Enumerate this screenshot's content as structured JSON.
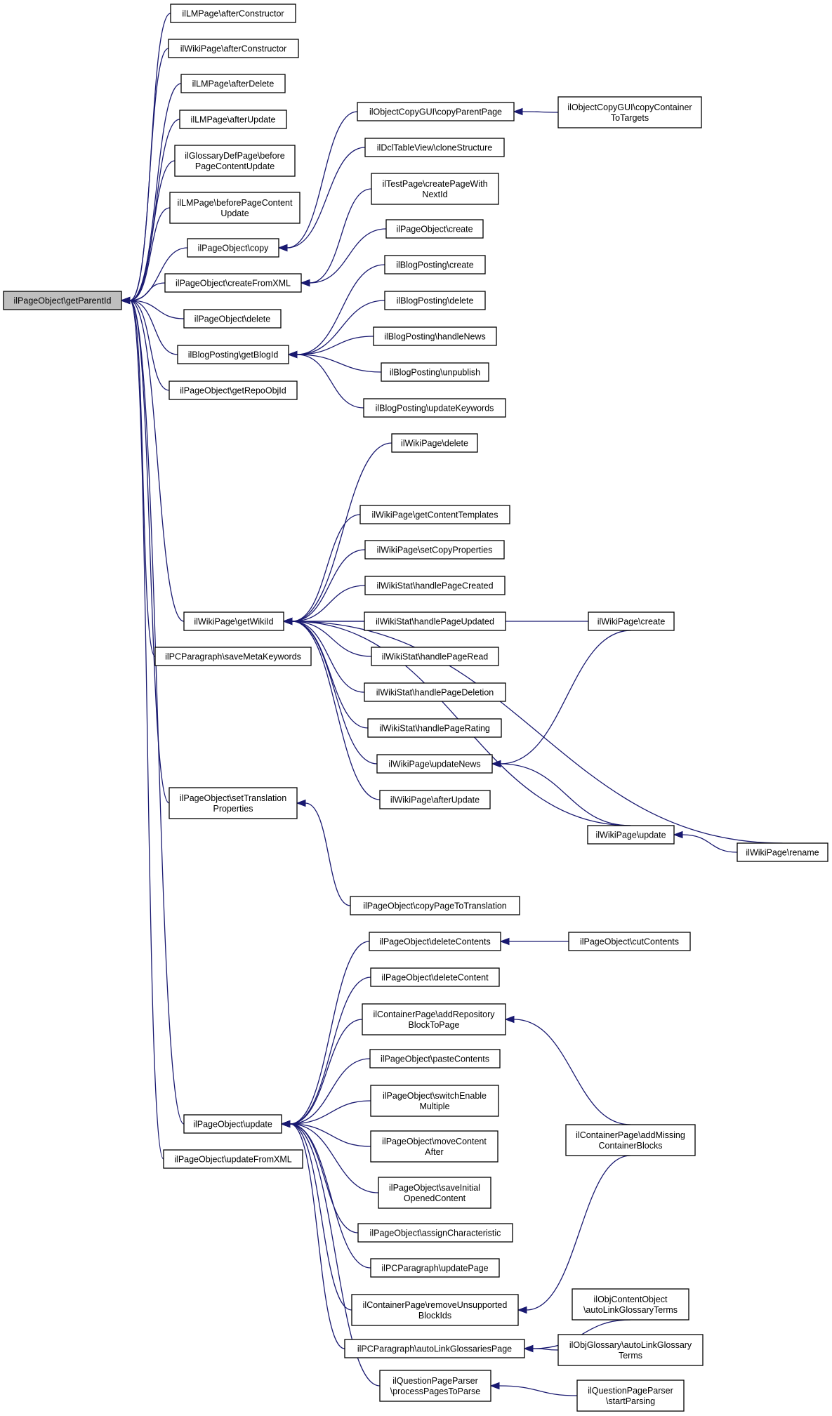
{
  "graph": {
    "root": "getParentId",
    "nodes": [
      {
        "id": "getParentId",
        "lines": [
          "ilPageObject\\getParentId"
        ],
        "root": true
      },
      {
        "id": "lmAfterConstructor",
        "lines": [
          "ilLMPage\\afterConstructor"
        ]
      },
      {
        "id": "wikiAfterConstructor",
        "lines": [
          "ilWikiPage\\afterConstructor"
        ]
      },
      {
        "id": "lmAfterDelete",
        "lines": [
          "ilLMPage\\afterDelete"
        ]
      },
      {
        "id": "lmAfterUpdate",
        "lines": [
          "ilLMPage\\afterUpdate"
        ]
      },
      {
        "id": "glossaryBefore",
        "lines": [
          "ilGlossaryDefPage\\before",
          "PageContentUpdate"
        ]
      },
      {
        "id": "lmBefore",
        "lines": [
          "ilLMPage\\beforePageContent",
          "Update"
        ]
      },
      {
        "id": "poCopy",
        "lines": [
          "ilPageObject\\copy"
        ]
      },
      {
        "id": "poCreateFromXML",
        "lines": [
          "ilPageObject\\createFromXML"
        ]
      },
      {
        "id": "poDelete",
        "lines": [
          "ilPageObject\\delete"
        ]
      },
      {
        "id": "bpGetBlogId",
        "lines": [
          "ilBlogPosting\\getBlogId"
        ]
      },
      {
        "id": "poGetRepoObjId",
        "lines": [
          "ilPageObject\\getRepoObjId"
        ]
      },
      {
        "id": "wpGetWikiId",
        "lines": [
          "ilWikiPage\\getWikiId"
        ]
      },
      {
        "id": "pcSaveMeta",
        "lines": [
          "ilPCParagraph\\saveMetaKeywords"
        ]
      },
      {
        "id": "poSetTranslation",
        "lines": [
          "ilPageObject\\setTranslation",
          "Properties"
        ]
      },
      {
        "id": "poUpdate",
        "lines": [
          "ilPageObject\\update"
        ]
      },
      {
        "id": "poUpdateFromXML",
        "lines": [
          "ilPageObject\\updateFromXML"
        ]
      },
      {
        "id": "copyParentPage",
        "lines": [
          "ilObjectCopyGUI\\copyParentPage"
        ]
      },
      {
        "id": "copyContainer",
        "lines": [
          "ilObjectCopyGUI\\copyContainer",
          "ToTargets"
        ]
      },
      {
        "id": "dclClone",
        "lines": [
          "ilDclTableView\\cloneStructure"
        ]
      },
      {
        "id": "testCreate",
        "lines": [
          "ilTestPage\\createPageWith",
          "NextId"
        ]
      },
      {
        "id": "poCreate",
        "lines": [
          "ilPageObject\\create"
        ]
      },
      {
        "id": "bpCreate",
        "lines": [
          "ilBlogPosting\\create"
        ]
      },
      {
        "id": "bpDelete",
        "lines": [
          "ilBlogPosting\\delete"
        ]
      },
      {
        "id": "bpHandleNews",
        "lines": [
          "ilBlogPosting\\handleNews"
        ]
      },
      {
        "id": "bpUnpublish",
        "lines": [
          "ilBlogPosting\\unpublish"
        ]
      },
      {
        "id": "bpUpdateKeywords",
        "lines": [
          "ilBlogPosting\\updateKeywords"
        ]
      },
      {
        "id": "wpDelete",
        "lines": [
          "ilWikiPage\\delete"
        ]
      },
      {
        "id": "wpGetContentTemplates",
        "lines": [
          "ilWikiPage\\getContentTemplates"
        ]
      },
      {
        "id": "wpSetCopyProps",
        "lines": [
          "ilWikiPage\\setCopyProperties"
        ]
      },
      {
        "id": "wsCreated",
        "lines": [
          "ilWikiStat\\handlePageCreated"
        ]
      },
      {
        "id": "wsUpdated",
        "lines": [
          "ilWikiStat\\handlePageUpdated"
        ]
      },
      {
        "id": "wsRead",
        "lines": [
          "ilWikiStat\\handlePageRead"
        ]
      },
      {
        "id": "wsDeletion",
        "lines": [
          "ilWikiStat\\handlePageDeletion"
        ]
      },
      {
        "id": "wsRating",
        "lines": [
          "ilWikiStat\\handlePageRating"
        ]
      },
      {
        "id": "wpUpdateNews",
        "lines": [
          "ilWikiPage\\updateNews"
        ]
      },
      {
        "id": "wpAfterUpdate",
        "lines": [
          "ilWikiPage\\afterUpdate"
        ]
      },
      {
        "id": "wpCreate",
        "lines": [
          "ilWikiPage\\create"
        ]
      },
      {
        "id": "wpUpdate",
        "lines": [
          "ilWikiPage\\update"
        ]
      },
      {
        "id": "wpRename",
        "lines": [
          "ilWikiPage\\rename"
        ]
      },
      {
        "id": "poCopyPageToTranslation",
        "lines": [
          "ilPageObject\\copyPageToTranslation"
        ]
      },
      {
        "id": "poDeleteContents",
        "lines": [
          "ilPageObject\\deleteContents"
        ]
      },
      {
        "id": "poCutContents",
        "lines": [
          "ilPageObject\\cutContents"
        ]
      },
      {
        "id": "poDeleteContent",
        "lines": [
          "ilPageObject\\deleteContent"
        ]
      },
      {
        "id": "cpAddRepo",
        "lines": [
          "ilContainerPage\\addRepository",
          "BlockToPage"
        ]
      },
      {
        "id": "poPasteContents",
        "lines": [
          "ilPageObject\\pasteContents"
        ]
      },
      {
        "id": "poSwitchEnable",
        "lines": [
          "ilPageObject\\switchEnable",
          "Multiple"
        ]
      },
      {
        "id": "poMoveContent",
        "lines": [
          "ilPageObject\\moveContent",
          "After"
        ]
      },
      {
        "id": "poSaveInitial",
        "lines": [
          "ilPageObject\\saveInitial",
          "OpenedContent"
        ]
      },
      {
        "id": "poAssignChar",
        "lines": [
          "ilPageObject\\assignCharacteristic"
        ]
      },
      {
        "id": "pcUpdatePage",
        "lines": [
          "ilPCParagraph\\updatePage"
        ]
      },
      {
        "id": "cpRemoveUnsupported",
        "lines": [
          "ilContainerPage\\removeUnsupported",
          "BlockIds"
        ]
      },
      {
        "id": "pcAutoLink",
        "lines": [
          "ilPCParagraph\\autoLinkGlossariesPage"
        ]
      },
      {
        "id": "qppProcess",
        "lines": [
          "ilQuestionPageParser",
          "\\processPagesToParse"
        ]
      },
      {
        "id": "cpAddMissing",
        "lines": [
          "ilContainerPage\\addMissing",
          "ContainerBlocks"
        ]
      },
      {
        "id": "occAutoLink",
        "lines": [
          "ilObjContentObject",
          "\\autoLinkGlossaryTerms"
        ]
      },
      {
        "id": "ogAutoLink",
        "lines": [
          "ilObjGlossary\\autoLinkGlossary",
          "Terms"
        ]
      },
      {
        "id": "qppStart",
        "lines": [
          "ilQuestionPageParser",
          "\\startParsing"
        ]
      }
    ],
    "edges": [
      [
        "lmAfterConstructor",
        "getParentId"
      ],
      [
        "wikiAfterConstructor",
        "getParentId"
      ],
      [
        "lmAfterDelete",
        "getParentId"
      ],
      [
        "lmAfterUpdate",
        "getParentId"
      ],
      [
        "glossaryBefore",
        "getParentId"
      ],
      [
        "lmBefore",
        "getParentId"
      ],
      [
        "poCopy",
        "getParentId"
      ],
      [
        "poCreateFromXML",
        "getParentId"
      ],
      [
        "poDelete",
        "getParentId"
      ],
      [
        "bpGetBlogId",
        "getParentId"
      ],
      [
        "poGetRepoObjId",
        "getParentId"
      ],
      [
        "wpGetWikiId",
        "getParentId"
      ],
      [
        "pcSaveMeta",
        "getParentId"
      ],
      [
        "poSetTranslation",
        "getParentId"
      ],
      [
        "poUpdate",
        "getParentId"
      ],
      [
        "poUpdateFromXML",
        "getParentId"
      ],
      [
        "copyParentPage",
        "poCopy"
      ],
      [
        "dclClone",
        "poCopy"
      ],
      [
        "copyContainer",
        "copyParentPage"
      ],
      [
        "testCreate",
        "poCreateFromXML"
      ],
      [
        "poCreate",
        "poCreateFromXML"
      ],
      [
        "bpCreate",
        "bpGetBlogId"
      ],
      [
        "bpDelete",
        "bpGetBlogId"
      ],
      [
        "bpHandleNews",
        "bpGetBlogId"
      ],
      [
        "bpUnpublish",
        "bpGetBlogId"
      ],
      [
        "bpUpdateKeywords",
        "bpGetBlogId"
      ],
      [
        "wpDelete",
        "wpGetWikiId"
      ],
      [
        "wpCreate",
        "wpGetWikiId"
      ],
      [
        "wpGetContentTemplates",
        "wpGetWikiId"
      ],
      [
        "wpSetCopyProps",
        "wpGetWikiId"
      ],
      [
        "wsCreated",
        "wpGetWikiId"
      ],
      [
        "wsUpdated",
        "wpGetWikiId"
      ],
      [
        "wsRead",
        "wpGetWikiId"
      ],
      [
        "wsDeletion",
        "wpGetWikiId"
      ],
      [
        "wsRating",
        "wpGetWikiId"
      ],
      [
        "wpUpdateNews",
        "wpGetWikiId"
      ],
      [
        "wpAfterUpdate",
        "wpGetWikiId"
      ],
      [
        "wpUpdate",
        "wpGetWikiId"
      ],
      [
        "wpRename",
        "wpGetWikiId"
      ],
      [
        "wpCreate",
        "wpUpdateNews"
      ],
      [
        "wpUpdate",
        "wpUpdateNews"
      ],
      [
        "wpRename",
        "wpUpdate"
      ],
      [
        "poCopyPageToTranslation",
        "poSetTranslation"
      ],
      [
        "poDeleteContents",
        "poUpdate"
      ],
      [
        "poDeleteContent",
        "poUpdate"
      ],
      [
        "cpAddRepo",
        "poUpdate"
      ],
      [
        "poPasteContents",
        "poUpdate"
      ],
      [
        "poSwitchEnable",
        "poUpdate"
      ],
      [
        "poMoveContent",
        "poUpdate"
      ],
      [
        "poSaveInitial",
        "poUpdate"
      ],
      [
        "poAssignChar",
        "poUpdate"
      ],
      [
        "pcUpdatePage",
        "poUpdate"
      ],
      [
        "cpRemoveUnsupported",
        "poUpdate"
      ],
      [
        "pcAutoLink",
        "poUpdate"
      ],
      [
        "qppProcess",
        "poUpdate"
      ],
      [
        "poCutContents",
        "poDeleteContents"
      ],
      [
        "cpAddMissing",
        "cpAddRepo"
      ],
      [
        "cpAddMissing",
        "cpRemoveUnsupported"
      ],
      [
        "occAutoLink",
        "pcAutoLink"
      ],
      [
        "ogAutoLink",
        "pcAutoLink"
      ],
      [
        "qppStart",
        "qppProcess"
      ]
    ]
  }
}
